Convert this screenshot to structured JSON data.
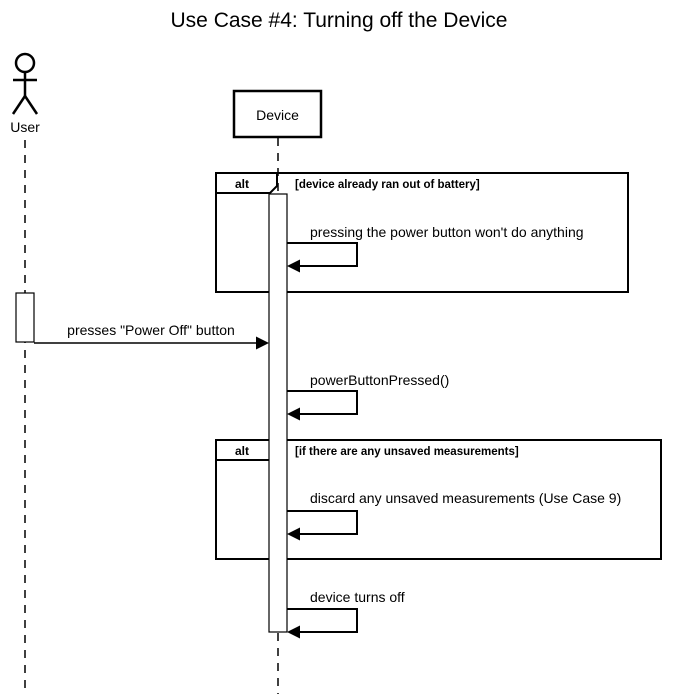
{
  "diagram": {
    "title": "Use Case #4: Turning off the Device",
    "participants": {
      "user": "User",
      "device": "Device"
    },
    "fragments": [
      {
        "operator": "alt",
        "guard": "[device already ran out of battery]"
      },
      {
        "operator": "alt",
        "guard": "[if there are any unsaved measurements]"
      }
    ],
    "messages": [
      "pressing the power button won't do anything",
      "presses \"Power Off\" button",
      "powerButtonPressed()",
      "discard any unsaved measurements (Use Case 9)",
      "device turns off"
    ]
  }
}
